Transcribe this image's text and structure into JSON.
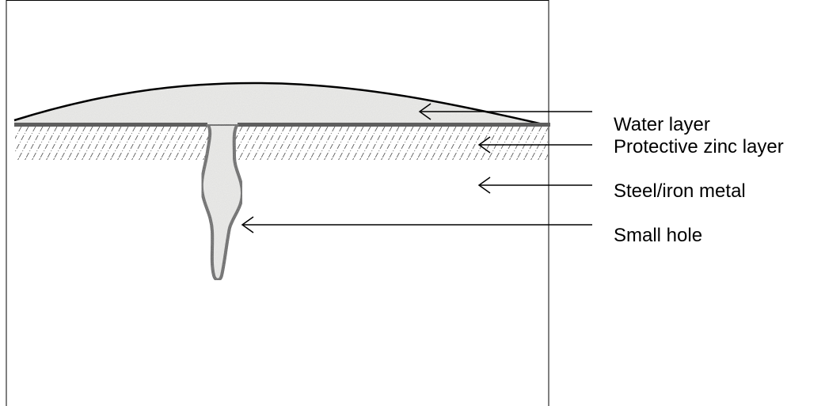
{
  "labels": {
    "water_layer": "Water layer",
    "protective_zinc_layer": "Protective zinc layer",
    "steel_iron_metal": "Steel/iron metal",
    "small_hole": "Small hole"
  },
  "colors": {
    "frame": "#000000",
    "water_fill": "#ececea",
    "zinc_surface": "#666666",
    "hatch": "#555555",
    "arrow": "#000000"
  }
}
